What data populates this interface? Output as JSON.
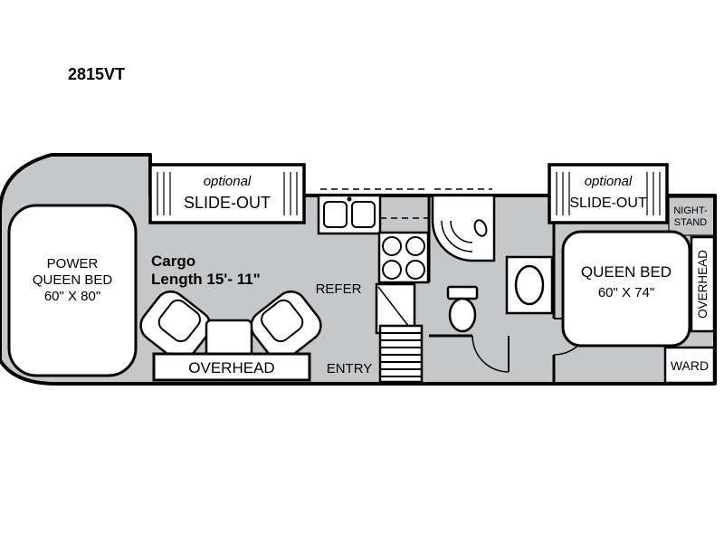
{
  "model_label": "2815VT",
  "slideouts": {
    "left": {
      "optional": "optional",
      "label": "SLIDE-OUT"
    },
    "right": {
      "optional": "optional",
      "label": "SLIDE-OUT"
    }
  },
  "front_bed": {
    "line1": "POWER",
    "line2": "QUEEN BED",
    "size": "60\" X 80\""
  },
  "cargo": {
    "line1": "Cargo",
    "line2": "Length 15'- 11\""
  },
  "kitchen": {
    "refer": "REFER"
  },
  "bottom": {
    "overhead": "OVERHEAD",
    "entry": "ENTRY"
  },
  "bedroom": {
    "bed_line1": "QUEEN BED",
    "bed_size": "60\" X 74\"",
    "nightstand_line1": "NIGHT-",
    "nightstand_line2": "STAND",
    "overhead": "OVERHEAD",
    "ward": "WARD"
  },
  "colors": {
    "floor": "#c6c7c9",
    "wall": "#000000",
    "fixture": "#ffffff"
  }
}
